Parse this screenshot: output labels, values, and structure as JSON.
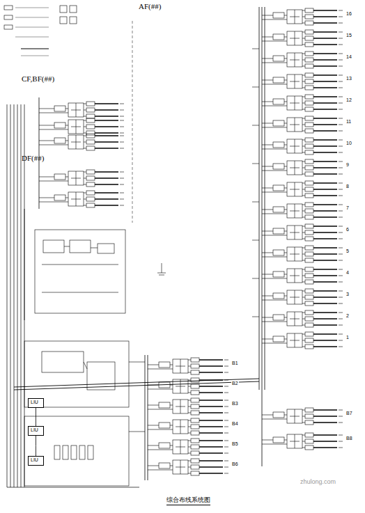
{
  "diagram": {
    "caption": "综合布线系统图",
    "nodes": [
      {
        "text": [
          "LIU"
        ]
      },
      {
        "text": [
          "LIU"
        ]
      },
      {
        "text": [
          "LIU"
        ]
      }
    ],
    "edges": [
      {
        "from": 0,
        "to": 1,
        "arrow": "none"
      },
      {
        "from": 1,
        "to": 2,
        "arrow": "none"
      }
    ],
    "labels": [
      "AF(##)",
      "CF,BF(##)",
      "DF(##)",
      "zhulong.com",
      "16",
      "15",
      "14",
      "13",
      "12",
      "11",
      "10",
      "9",
      "8",
      "7",
      "6",
      "5",
      "4",
      "3",
      "2",
      "1",
      "B1",
      "B2",
      "B3",
      "B4",
      "B5",
      "B6",
      "B7",
      "B8"
    ]
  }
}
